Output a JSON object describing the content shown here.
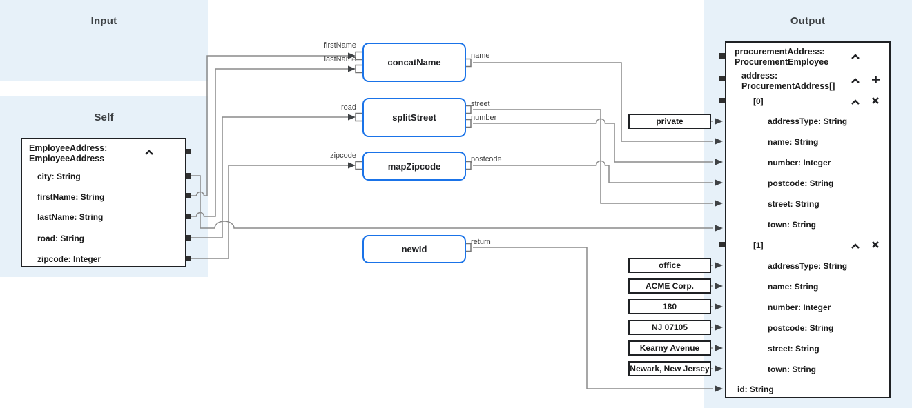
{
  "sections": {
    "input_title": "Input",
    "self_title": "Self",
    "output_title": "Output"
  },
  "self_tree": {
    "root_line1": "EmployeeAddress:",
    "root_line2": "EmployeeAddress",
    "fields": [
      "city: String",
      "firstName: String",
      "lastName: String",
      "road: String",
      "zipcode: Integer"
    ]
  },
  "functions": [
    {
      "name": "concatName",
      "input_ports": [
        "firstName",
        "lastName"
      ],
      "output_ports": [
        "name"
      ]
    },
    {
      "name": "splitStreet",
      "input_ports": [
        "road"
      ],
      "output_ports": [
        "street",
        "number"
      ]
    },
    {
      "name": "mapZipcode",
      "input_ports": [
        "zipcode"
      ],
      "output_ports": [
        "postcode"
      ]
    },
    {
      "name": "newId",
      "input_ports": [],
      "output_ports": [
        "return"
      ]
    }
  ],
  "constants": [
    "private",
    "office",
    "ACME Corp.",
    "180",
    "NJ 07105",
    "Kearny Avenue",
    "Newark, New Jersey"
  ],
  "output_tree": {
    "root_line1": "procurementAddress:",
    "root_line2": "ProcurementEmployee",
    "address_line1": "address:",
    "address_line2": "ProcurementAddress[]",
    "items": [
      {
        "label": "[0]",
        "fields": [
          "addressType: String",
          "name: String",
          "number: Integer",
          "postcode: String",
          "street: String",
          "town: String"
        ]
      },
      {
        "label": "[1]",
        "fields": [
          "addressType: String",
          "name: String",
          "number: Integer",
          "postcode: String",
          "street: String",
          "town: String"
        ]
      }
    ],
    "id_field": "id: String"
  },
  "colors": {
    "accent_blue": "#1a73e8",
    "panel_border": "#1f2124",
    "wire_gray": "#8a8a8a",
    "region_bg": "#e7f1f9"
  }
}
